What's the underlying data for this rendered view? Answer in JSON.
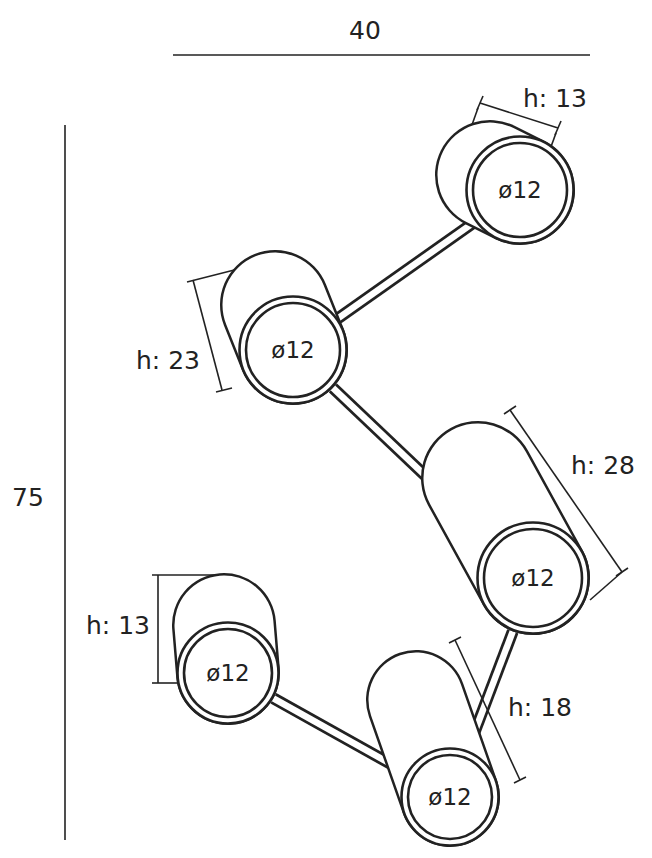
{
  "diagram": {
    "nodes": [
      {
        "text": [
          "ø12"
        ]
      },
      {
        "text": [
          "ø12"
        ]
      },
      {
        "text": [
          "ø12"
        ]
      },
      {
        "text": [
          "ø12"
        ]
      },
      {
        "text": [
          "ø12"
        ]
      }
    ],
    "edges": [
      {
        "from": 0,
        "to": 1,
        "arrow": "none"
      },
      {
        "from": 1,
        "to": 2,
        "arrow": "none"
      },
      {
        "from": 2,
        "to": 4,
        "arrow": "none"
      },
      {
        "from": 4,
        "to": 3,
        "arrow": "none"
      }
    ],
    "labels": [
      "40",
      "75",
      "h: 13",
      "h: 23",
      "h: 28",
      "h: 13",
      "h: 18"
    ]
  }
}
